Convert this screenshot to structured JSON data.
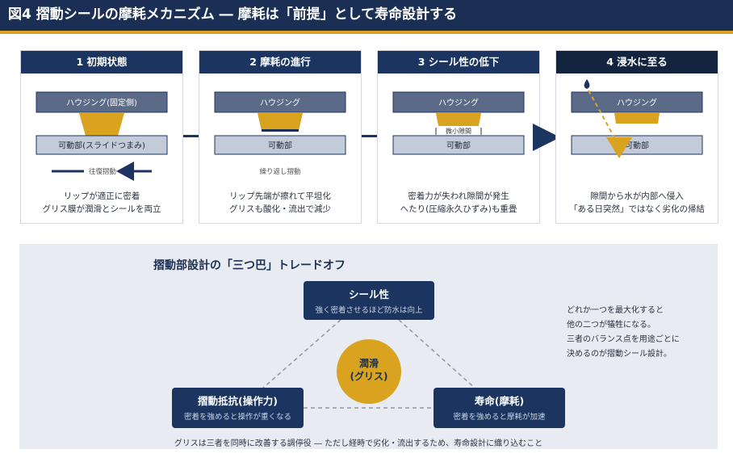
{
  "header": {
    "title": "図4 摺動シールの摩耗メカニズム ― 摩耗は「前提」として寿命設計する",
    "accent": "#d9a31f",
    "navy": "#1b2f54"
  },
  "stages": [
    {
      "title": "1 初期状態",
      "housing": "ハウジング(固定側)",
      "moving": "可動部(スライドつまみ)",
      "arrow_label": "往復摺動",
      "caption": [
        "リップが適正に密着",
        "グリス膜が潤滑とシールを両立"
      ]
    },
    {
      "title": "2 摩耗の進行",
      "housing": "ハウジング",
      "moving": "可動部",
      "arrow_label": "繰り返し摺動",
      "caption": [
        "リップ先端が擦れて平坦化",
        "グリスも酸化・流出で減少"
      ]
    },
    {
      "title": "3 シール性の低下",
      "housing": "ハウジング",
      "moving": "可動部",
      "gap_label": "微小隙間",
      "caption": [
        "密着力が失われ隙間が発生",
        "へたり(圧縮永久ひずみ)も重畳"
      ]
    },
    {
      "title": "4 浸水に至る",
      "housing": "ハウジング",
      "moving": "可動部",
      "caption": [
        "隙間から水が内部へ侵入",
        "「ある日突然」ではなく劣化の帰結"
      ]
    }
  ],
  "tradeoff": {
    "title": "摺動部設計の「三つ巴」トレードオフ",
    "top": {
      "title": "シール性",
      "sub": "強く密着させるほど防水は向上"
    },
    "left": {
      "title": "摺動抵抗(操作力)",
      "sub": "密着を強めると操作が重くなる"
    },
    "right": {
      "title": "寿命(摩耗)",
      "sub": "密着を強めると摩耗が加速"
    },
    "center": {
      "line1": "潤滑",
      "line2": "(グリス)"
    },
    "note": [
      "どれか一つを最大化すると",
      "他の二つが犠牲になる。",
      "三者のバランス点を用途ごとに",
      "決めるのが摺動シール設計。"
    ],
    "footnote": "グリスは三者を同時に改善する調停役 ― ただし経時で劣化・流出するため、寿命設計に織り込むこと"
  }
}
